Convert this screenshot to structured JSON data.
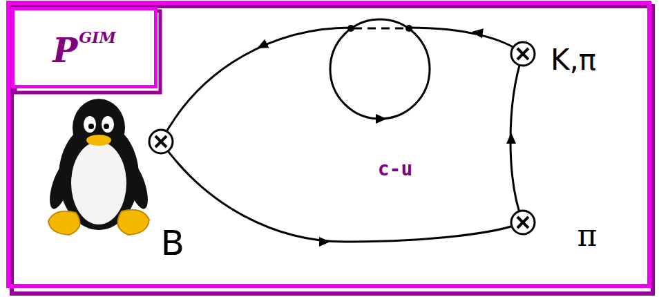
{
  "diagram": {
    "nodes": [
      {
        "text": [
          "P",
          "GIM"
        ]
      }
    ],
    "labels": [
      "K,π",
      "π",
      "B",
      "c-u"
    ]
  }
}
